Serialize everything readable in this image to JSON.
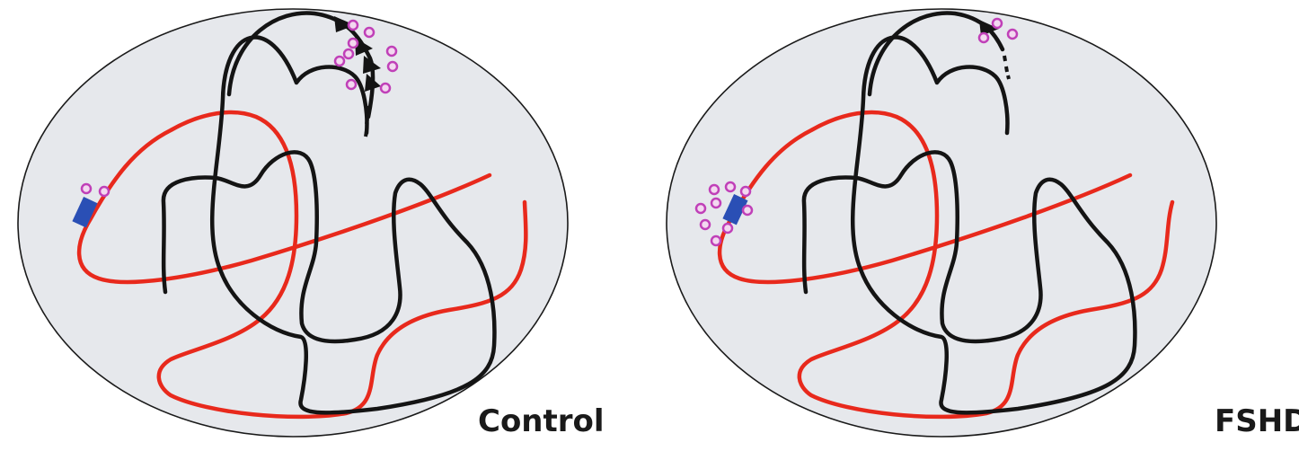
{
  "panels": [
    {
      "label": "Control",
      "bound_cluster_size": 2,
      "elongating_cluster_size": 9
    },
    {
      "label": "FSHD",
      "bound_cluster_size": 9,
      "elongating_cluster_size": 3
    }
  ],
  "colors": {
    "background": "#ffffff",
    "nucleus_fill": "#e6e8ec",
    "nucleus_stroke": "#1a1a1a",
    "black_chromosome": "#141414",
    "red_chromosome": "#e8291c",
    "locus_box": "#2a4fb5",
    "protein_ring": "#c040b8",
    "protein_fill": "#f3d8f0"
  },
  "icons": {
    "locus": "blue-rectangle",
    "protein": "magenta-ring",
    "transcription": "arrowhead-chain"
  }
}
